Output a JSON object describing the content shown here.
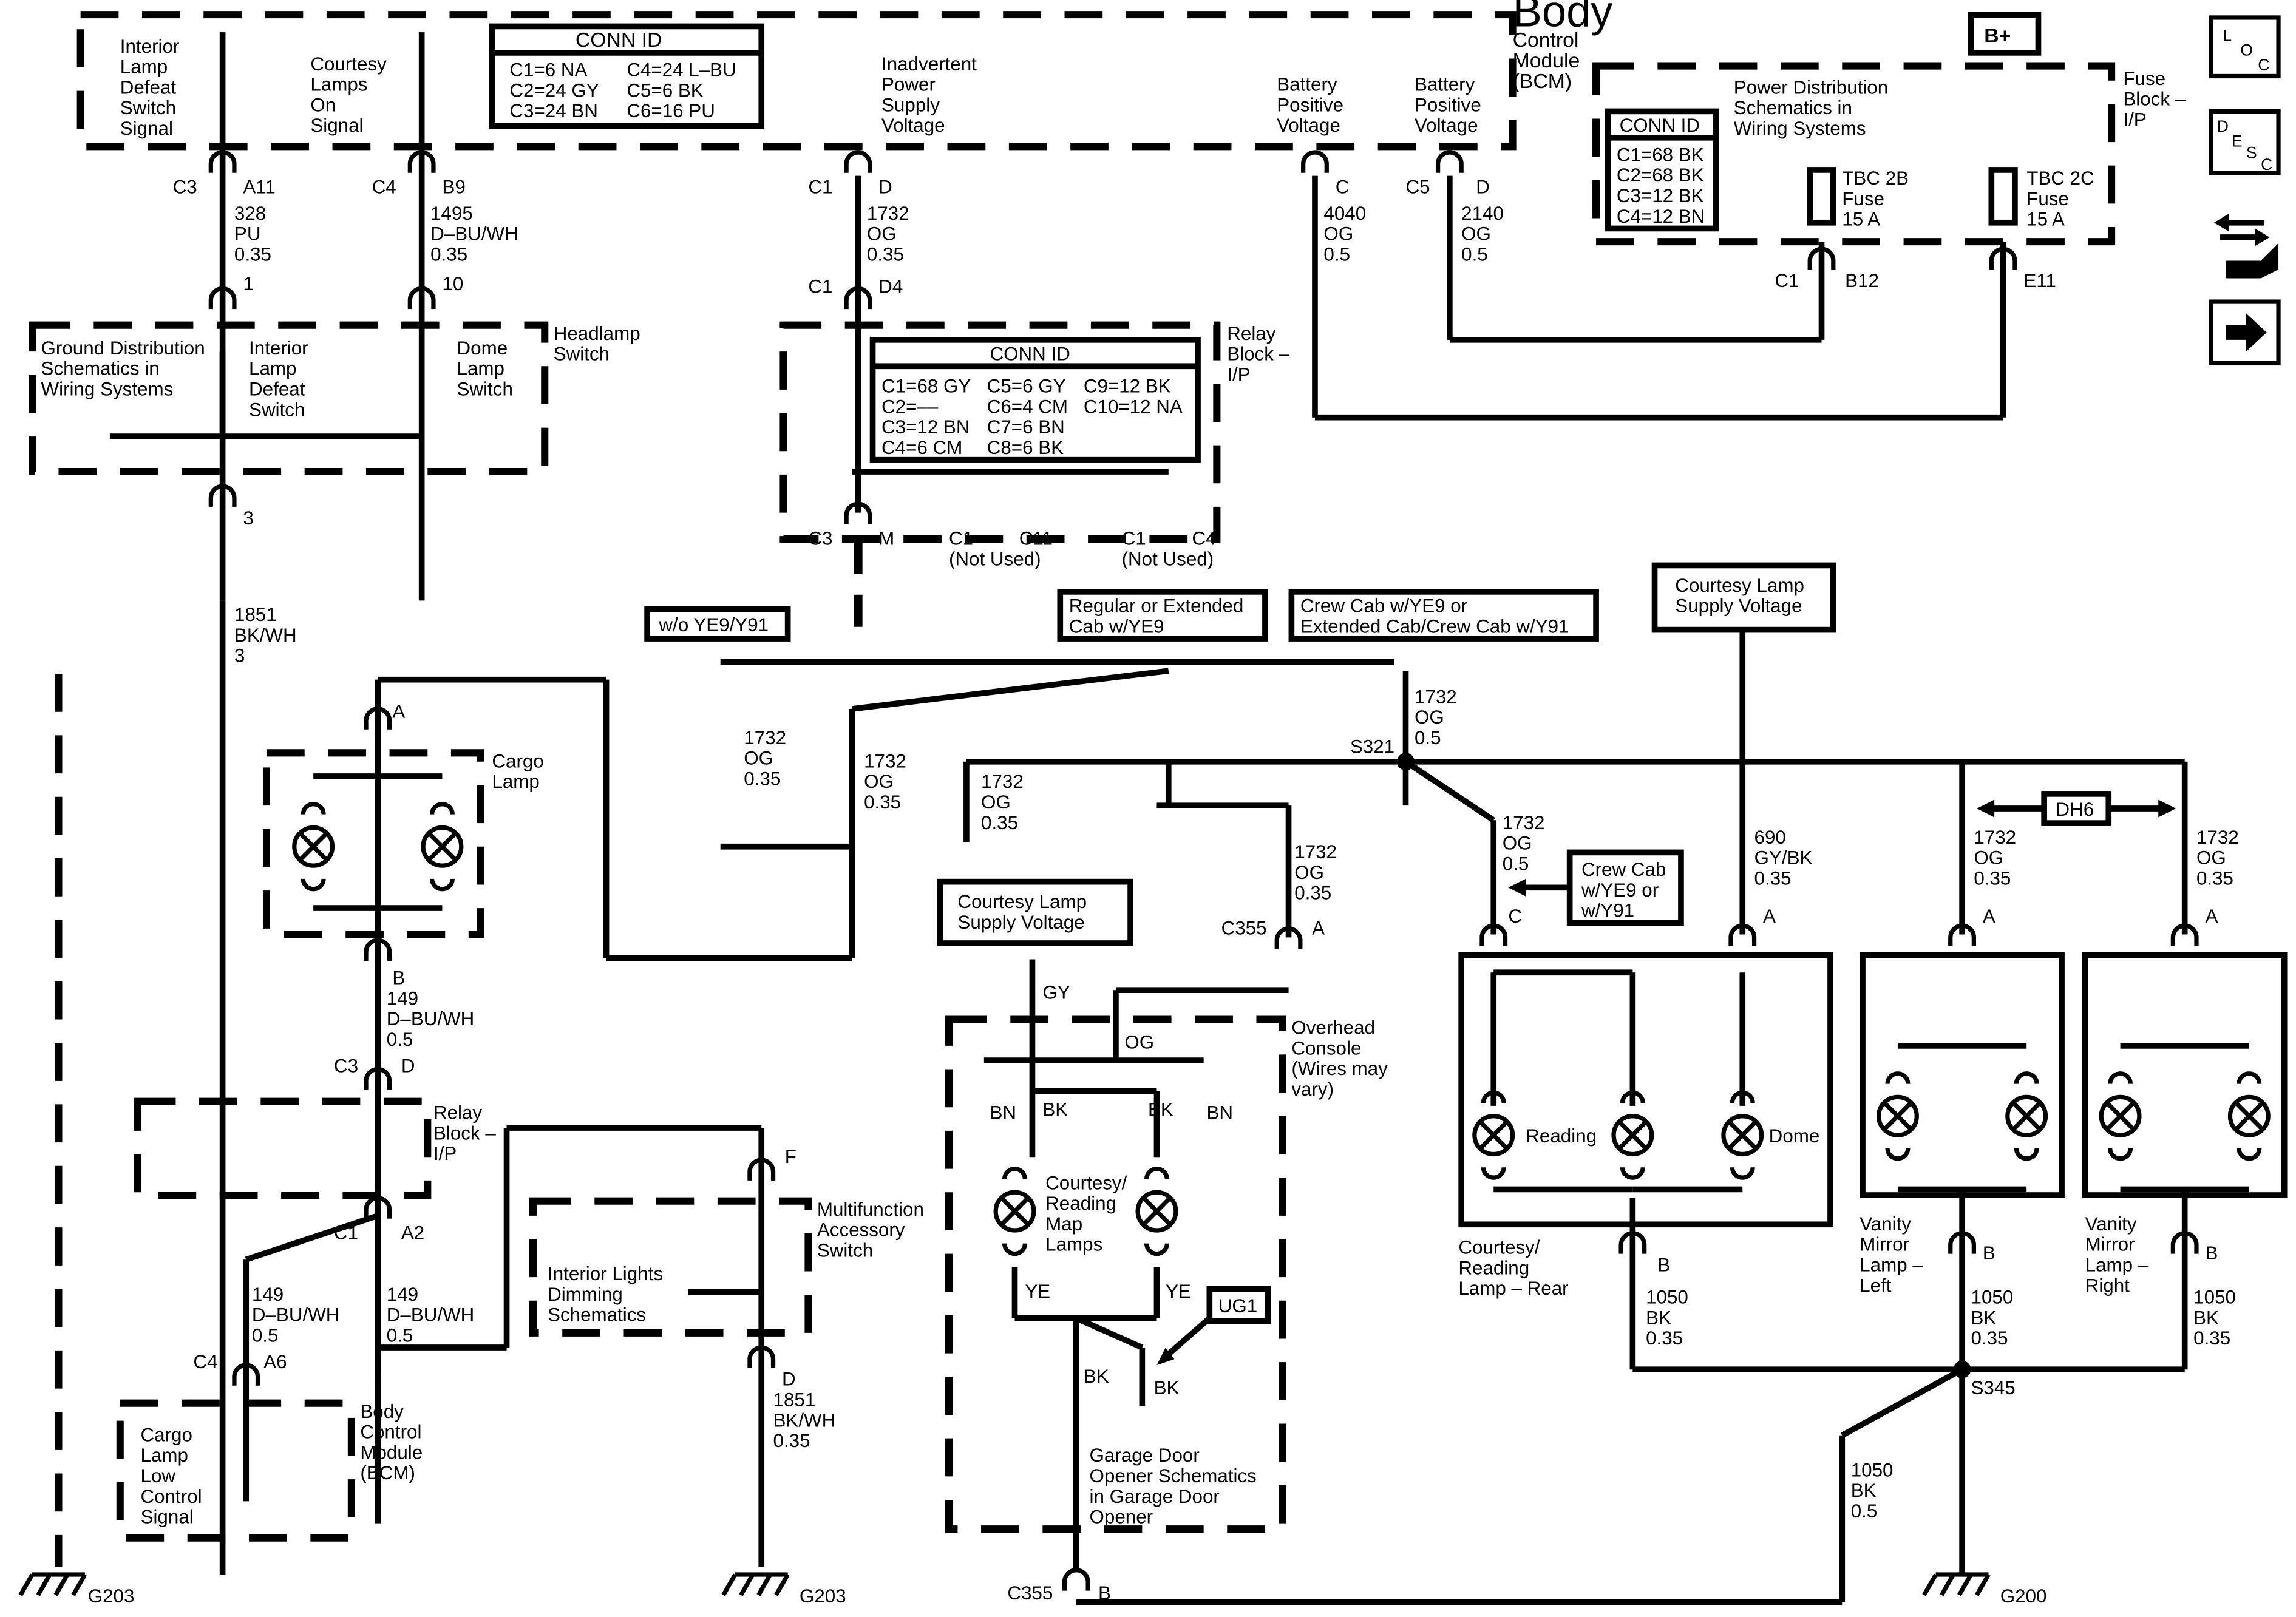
{
  "nav_icons": {
    "loc": {
      "l1": "L",
      "l2": "O",
      "l3": "C"
    },
    "desc": {
      "l1": "D",
      "l2": "E",
      "l3": "S",
      "l4": "C"
    },
    "tool": "wrench-arrows-icon",
    "next": "arrow-right-icon"
  },
  "bplus": "B+",
  "bcm_top": {
    "title": [
      "Body",
      "Control",
      "Module",
      "(BCM)"
    ],
    "conn_header": "CONN ID",
    "conn_rows": [
      [
        "C1=6 NA",
        "C4=24 L–BU"
      ],
      [
        "C2=24 GY",
        "C5=6 BK"
      ],
      [
        "C3=24 BN",
        "C6=16 PU"
      ]
    ],
    "interior_defeat": [
      "Interior",
      "Lamp",
      "Defeat",
      "Switch",
      "Signal"
    ],
    "courtesy_on": [
      "Courtesy",
      "Lamps",
      "On",
      "Signal"
    ],
    "inadvertent": [
      "Inadvertent",
      "Power",
      "Supply",
      "Voltage"
    ],
    "batt1": [
      "Battery",
      "Positive",
      "Voltage"
    ],
    "batt2": [
      "Battery",
      "Positive",
      "Voltage"
    ]
  },
  "fuse_block": {
    "title": [
      "Fuse",
      "Block –",
      "I/P"
    ],
    "power_dist": [
      "Power Distribution",
      "Schematics in",
      "Wiring Systems"
    ],
    "conn_header": "CONN ID",
    "conn_rows": [
      "C1=68 BK",
      "C2=68 BK",
      "C3=12 BK",
      "C4=12 BN"
    ],
    "fuse1": [
      "TBC 2B",
      "Fuse",
      "15 A"
    ],
    "fuse2": [
      "TBC 2C",
      "Fuse",
      "15 A"
    ],
    "pins": {
      "c1": "C1",
      "b12": "B12",
      "e11": "E11"
    }
  },
  "relay_top": {
    "title": [
      "Relay",
      "Block –",
      "I/P"
    ],
    "conn_header": "CONN ID",
    "conn_rows": [
      [
        "C1=68 GY",
        "C5=6 GY",
        "C9=12 BK"
      ],
      [
        "C2=––",
        "C6=4 CM",
        "C10=12 NA"
      ],
      [
        "C3=12 BN",
        "C7=6 BN",
        ""
      ],
      [
        "C4=6 CM",
        "C8=6 BK",
        ""
      ]
    ],
    "not_used1": [
      "C1",
      "C11",
      "(Not Used)"
    ],
    "not_used2": [
      "C1",
      "C4",
      "(Not Used)"
    ]
  },
  "headlamp": {
    "title": [
      "Headlamp",
      "Switch"
    ],
    "ground_dist": [
      "Ground Distribution",
      "Schematics in",
      "Wiring Systems"
    ],
    "defeat": [
      "Interior",
      "Lamp",
      "Defeat",
      "Switch"
    ],
    "dome": [
      "Dome",
      "Lamp",
      "Switch"
    ]
  },
  "connectors": {
    "c3": "C3",
    "a11": "A11",
    "c4": "C4",
    "b9": "B9",
    "c1": "C1",
    "d": "D",
    "c": "C",
    "c5": "C5",
    "p1": "1",
    "p10": "10",
    "d4": "D4",
    "c3m": "C3",
    "m": "M",
    "p3": "3"
  },
  "wires": {
    "w328": [
      "328",
      "PU",
      "0.35"
    ],
    "w1495": [
      "1495",
      "D–BU/WH",
      "0.35"
    ],
    "w1732a": [
      "1732",
      "OG",
      "0.35"
    ],
    "w4040": [
      "4040",
      "OG",
      "0.5"
    ],
    "w2140": [
      "2140",
      "OG",
      "0.5"
    ],
    "w1851": [
      "1851",
      "BK/WH",
      "3"
    ],
    "w1732_left": [
      "1732",
      "OG",
      "0.35"
    ],
    "w1732_mid": [
      "1732",
      "OG",
      "0.35"
    ],
    "w1732_r": [
      "1732",
      "OG",
      "0.35"
    ],
    "w1732_s321": [
      "1732",
      "OG",
      "0.5"
    ],
    "w1732_c355": [
      "1732",
      "OG",
      "0.35"
    ],
    "w1732_rear": [
      "1732",
      "OG",
      "0.5"
    ],
    "w690": [
      "690",
      "GY/BK",
      "0.35"
    ],
    "w1732_vl": [
      "1732",
      "OG",
      "0.35"
    ],
    "w1732_vr": [
      "1732",
      "OG",
      "0.35"
    ],
    "w149a": [
      "149",
      "D–BU/WH",
      "0.5"
    ],
    "w149b": [
      "149",
      "D–BU/WH",
      "0.5"
    ],
    "w149c": [
      "149",
      "D–BU/WH",
      "0.5"
    ],
    "w1851b": [
      "1851",
      "BK/WH",
      "0.35"
    ],
    "w1050a": [
      "1050",
      "BK",
      "0.35"
    ],
    "w1050b": [
      "1050",
      "BK",
      "0.35"
    ],
    "w1050c": [
      "1050",
      "BK",
      "0.35"
    ],
    "w1050d": [
      "1050",
      "BK",
      "0.5"
    ]
  },
  "options": {
    "wo": "w/o YE9/Y91",
    "regular": [
      "Regular or Extended",
      "Cab w/YE9"
    ],
    "crew": [
      "Crew Cab w/YE9 or",
      "Extended Cab/Crew Cab w/Y91"
    ],
    "courtesy_supply1": [
      "Courtesy Lamp",
      "Supply Voltage"
    ],
    "courtesy_supply2": [
      "Courtesy Lamp",
      "Supply Voltage"
    ],
    "crew_note": [
      "Crew Cab",
      "w/YE9 or",
      "w/Y91"
    ],
    "dh6": "DH6"
  },
  "splices": {
    "s321": "S321",
    "s345": "S345"
  },
  "cargo": {
    "title": [
      "Cargo",
      "Lamp"
    ],
    "a": "A",
    "b": "B"
  },
  "relay_low": {
    "title": [
      "Relay",
      "Block –",
      "I/P"
    ],
    "c3": "C3",
    "d": "D",
    "c1": "C1",
    "a2": "A2"
  },
  "bcm_low": {
    "title": [
      "Body",
      "Control",
      "Module",
      "(BCM)"
    ],
    "c4": "C4",
    "a6": "A6",
    "signal": [
      "Cargo",
      "Lamp",
      "Low",
      "Control",
      "Signal"
    ]
  },
  "multifunction": {
    "title": [
      "Multifunction",
      "Accessory",
      "Switch"
    ],
    "dimming": [
      "Interior Lights",
      "Dimming",
      "Schematics"
    ],
    "f": "F",
    "d": "D"
  },
  "overhead": {
    "title": [
      "Overhead",
      "Console",
      "(Wires may",
      "vary)"
    ],
    "gy": "GY",
    "og": "OG",
    "bn": "BN",
    "bk": "BK",
    "ye": "YE",
    "lamps": [
      "Courtesy/",
      "Reading",
      "Map",
      "Lamps"
    ],
    "ug1": "UG1",
    "garage": [
      "Garage Door",
      "Opener Schematics",
      "in Garage Door",
      "Opener"
    ],
    "c355": "C355",
    "a": "A"
  },
  "rear_lamp": {
    "title": [
      "Courtesy/",
      "Reading",
      "Lamp – Rear"
    ],
    "reading": "Reading",
    "dome": "Dome",
    "c": "C",
    "a": "A",
    "b": "B"
  },
  "vanity_left": {
    "title": [
      "Vanity",
      "Mirror",
      "Lamp –",
      "Left"
    ],
    "a": "A",
    "b": "B"
  },
  "vanity_right": {
    "title": [
      "Vanity",
      "Mirror",
      "Lamp –",
      "Right"
    ],
    "a": "A",
    "b": "B"
  },
  "grounds": {
    "g203a": "G203",
    "g203b": "G203",
    "g200": "G200",
    "c355b": "C355",
    "b": "B"
  }
}
